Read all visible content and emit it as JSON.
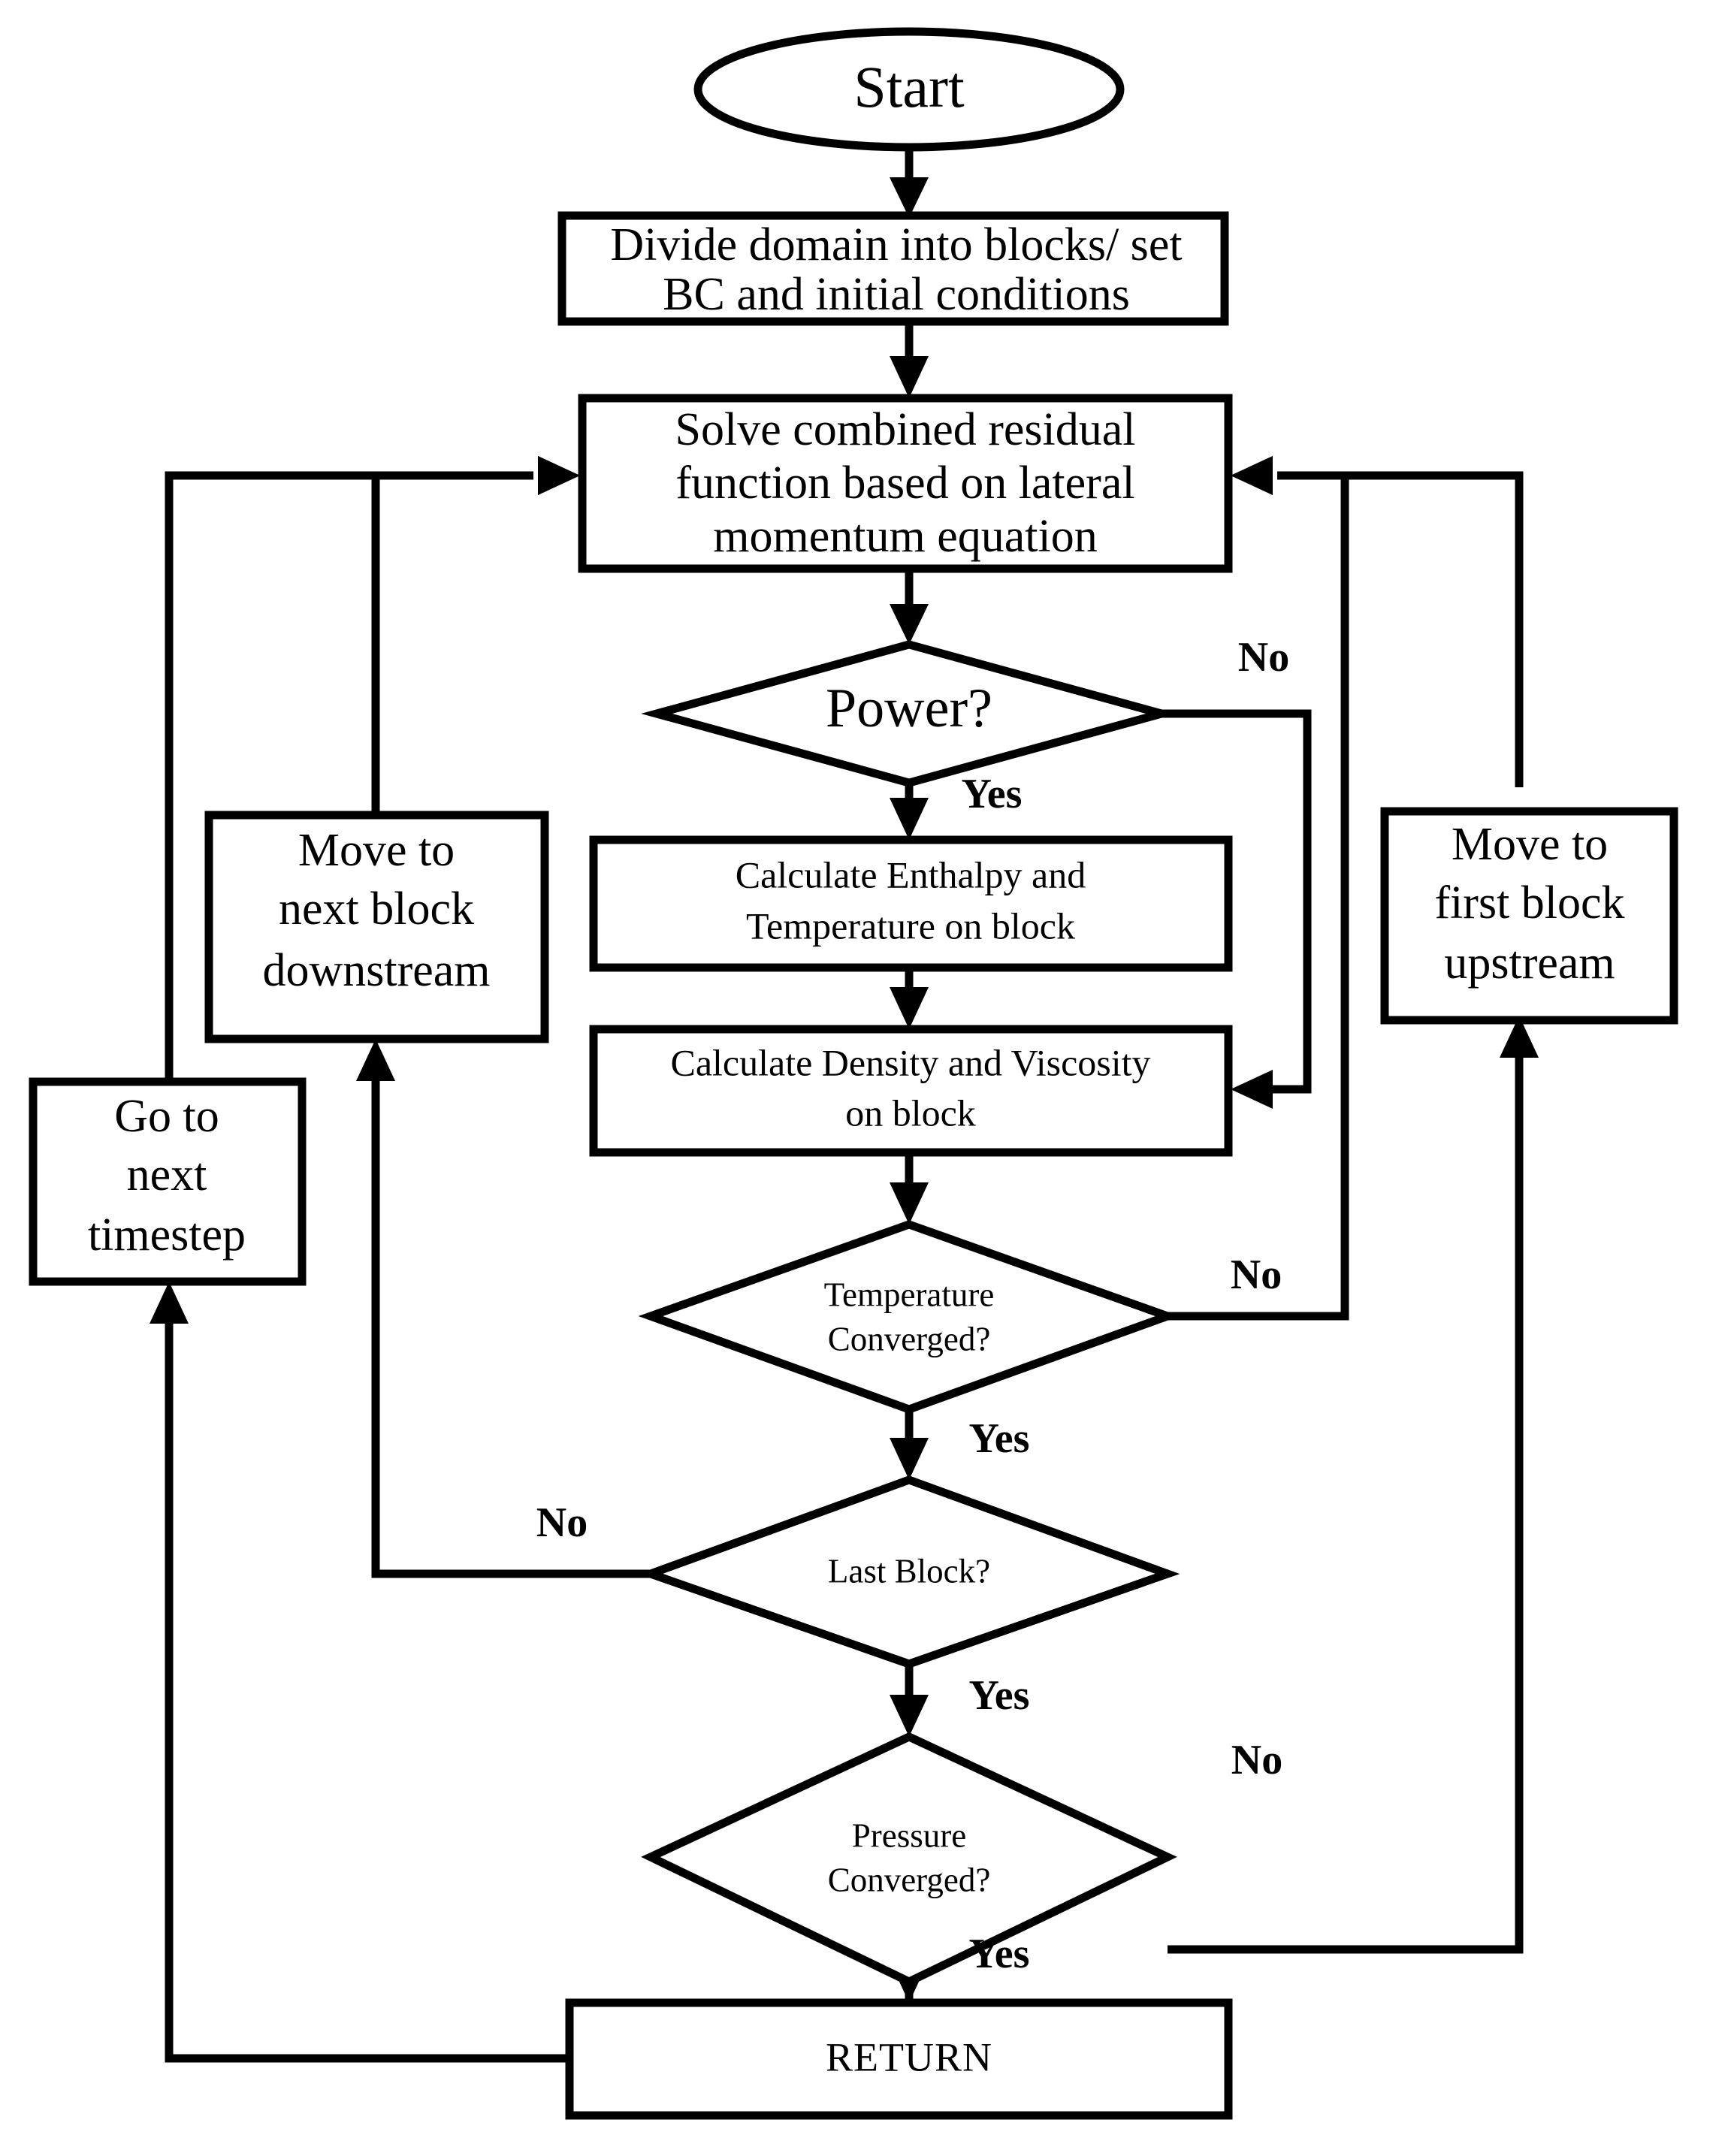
{
  "diagram": {
    "title": "Numerical solver flowchart",
    "colors": {
      "stroke": "#000000",
      "fill": "#ffffff",
      "background": "#ffffff"
    },
    "nodes": {
      "start": {
        "shape": "ellipse",
        "label": "Start"
      },
      "divide_domain": {
        "shape": "process",
        "line1": "Divide domain into blocks/ set",
        "line2": "BC and initial conditions"
      },
      "solve_residual": {
        "shape": "process",
        "line1": "Solve combined residual",
        "line2": "function based on lateral",
        "line3": "momentum equation"
      },
      "power_decision": {
        "shape": "decision",
        "label": "Power?"
      },
      "calc_enthalpy": {
        "shape": "process",
        "line1": "Calculate Enthalpy and",
        "line2": "Temperature on block"
      },
      "calc_density": {
        "shape": "process",
        "line1": "Calculate Density and Viscosity",
        "line2": "on block"
      },
      "temperature_converged": {
        "shape": "decision",
        "line1": "Temperature",
        "line2": "Converged?"
      },
      "last_block": {
        "shape": "decision",
        "label": "Last Block?"
      },
      "pressure_converged": {
        "shape": "decision",
        "line1": "Pressure",
        "line2": "Converged?"
      },
      "return_node": {
        "shape": "process",
        "label": "RETURN"
      },
      "move_next_block_downstream": {
        "shape": "process",
        "line1": "Move to",
        "line2": "next block",
        "line3": "downstream"
      },
      "move_first_block_upstream": {
        "shape": "process",
        "line1": "Move to",
        "line2": "first block",
        "line3": "upstream"
      },
      "go_next_timestep": {
        "shape": "process",
        "line1": "Go to",
        "line2": "next",
        "line3": "timestep"
      }
    },
    "edge_labels": {
      "power_no": "No",
      "power_yes": "Yes",
      "temperature_no": "No",
      "temperature_yes": "Yes",
      "last_block_no": "No",
      "last_block_yes": "Yes",
      "pressure_no": "No",
      "pressure_yes": "Yes"
    }
  }
}
